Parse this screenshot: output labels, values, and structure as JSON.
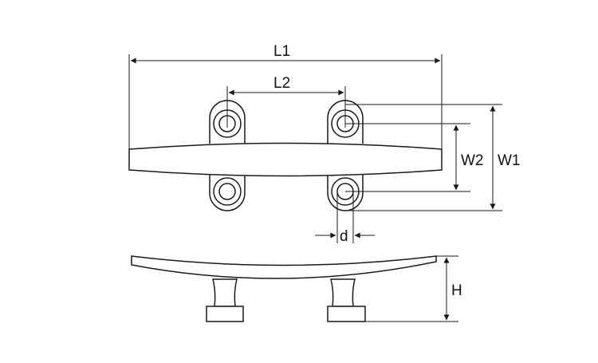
{
  "labels": {
    "L1": "L1",
    "L2": "L2",
    "W1": "W1",
    "W2": "W2",
    "d": "d",
    "H": "H"
  },
  "colors": {
    "line": "#1a1a1a",
    "background": "#ffffff"
  }
}
